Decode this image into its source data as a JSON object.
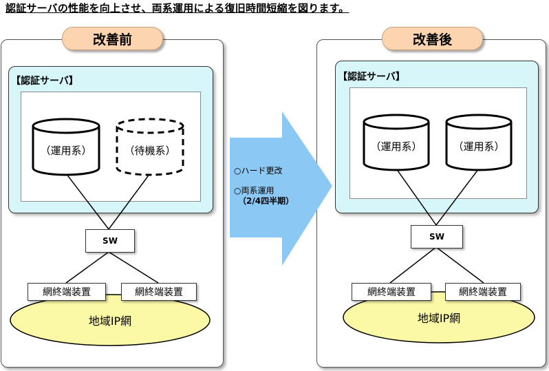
{
  "title": "認証サーバの性能を向上させ、両系運用による復旧時間短縮を図ります。",
  "before": {
    "tab": "改善前",
    "server_label": "【認証サーバ】",
    "db1": "（運用系）",
    "db2": "（待機系）",
    "sw": "SW",
    "term1": "網終端装置",
    "term2": "網終端装置",
    "network": "地域IP網"
  },
  "after": {
    "tab": "改善後",
    "server_label": "【認証サーバ】",
    "db1": "（運用系）",
    "db2": "（運用系）",
    "sw": "SW",
    "term1": "網終端装置",
    "term2": "網終端装置",
    "network": "地域IP網"
  },
  "arrow": {
    "line1": "○ハード更改",
    "line2": "○両系運用",
    "line3": "（2/4四半期）"
  },
  "colors": {
    "tab_fill": "#fcd5b0",
    "server_fill": "#d6f6fa",
    "network_fill": "#fbf8a6",
    "arrow_fill": "#8cc8f4"
  }
}
